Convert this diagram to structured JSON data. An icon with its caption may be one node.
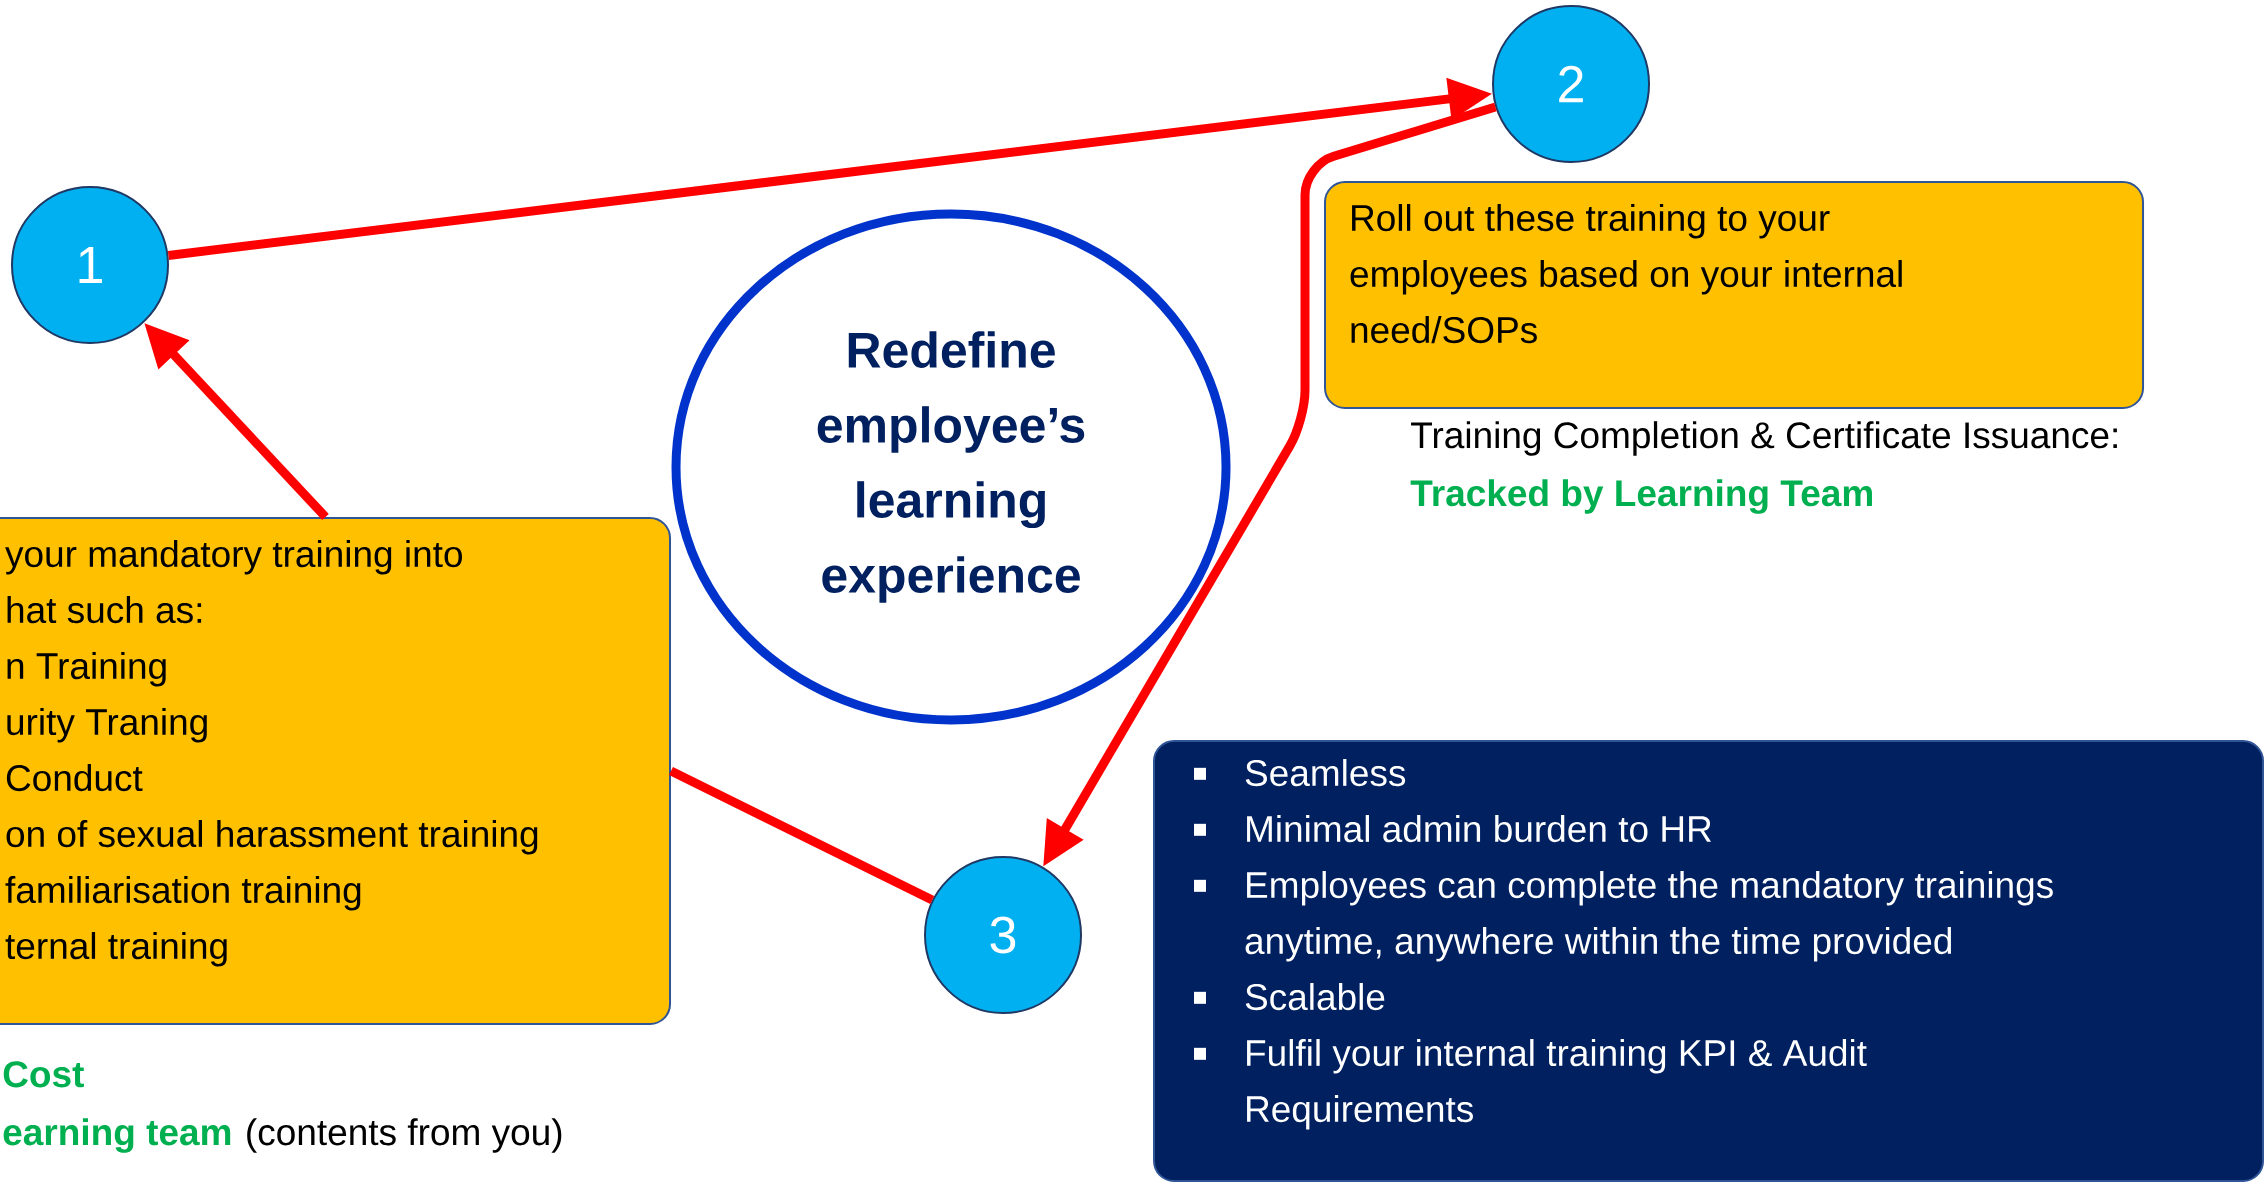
{
  "diagram": {
    "nodes": [
      {
        "text": [
          "1"
        ]
      },
      {
        "text": [
          "2"
        ]
      },
      {
        "text": [
          "Roll out these training to your employees based on your internal need/SOPs"
        ],
        "beside": [
          "Training Completion & Certificate Issuance:",
          "Tracked by Learning Team"
        ]
      },
      {
        "text": [
          "Redefine employee’s learning experience"
        ]
      },
      {
        "text": [
          "your mandatory training into",
          "hat such as:",
          "n Training",
          "urity Traning",
          "Conduct",
          "on of sexual harassment training",
          "familiarisation training",
          "ternal training"
        ]
      },
      {
        "text": [
          "3"
        ]
      },
      {
        "text": [
          "Seamless",
          "Minimal admin burden to HR",
          "Employees can complete the mandatory trainings anytime, anywhere within the time provided",
          "Scalable",
          "Fulfil your internal training KPI & Audit Requirements"
        ]
      }
    ],
    "edges": [
      {
        "from": 0,
        "to": 1,
        "arrow": "to"
      },
      {
        "from": 1,
        "to": 5,
        "arrow": "to"
      },
      {
        "from": 5,
        "to": 4,
        "arrow": "none"
      },
      {
        "from": 4,
        "to": 0,
        "arrow": "to"
      }
    ],
    "labels": [
      "Cost",
      "earning team",
      "(contents from you)"
    ]
  }
}
